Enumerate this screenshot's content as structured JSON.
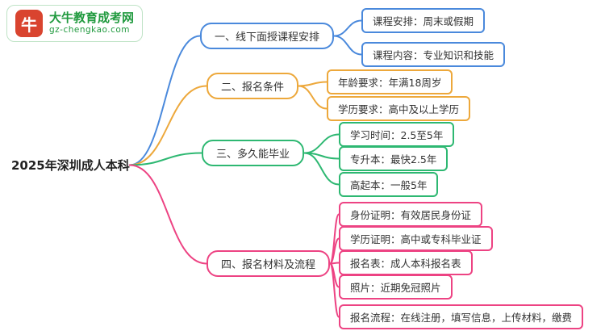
{
  "logo": {
    "bull_icon": "牛",
    "title": "大牛教育成考网",
    "subtitle": "gz-chengkao.com",
    "brand_green": "#219a3f",
    "bull_red": "#d9442f"
  },
  "root": {
    "label": "2025年深圳成人本科"
  },
  "branches": [
    {
      "label": "一、线下面授课程安排",
      "color": "#4a89dc",
      "children": [
        {
          "label": "课程安排：周末或假期"
        },
        {
          "label": "课程内容：专业知识和技能"
        }
      ]
    },
    {
      "label": "二、报名条件",
      "color": "#eda83b",
      "children": [
        {
          "label": "年龄要求：年满18周岁"
        },
        {
          "label": "学历要求：高中及以上学历"
        }
      ]
    },
    {
      "label": "三、多久能毕业",
      "color": "#2eb872",
      "children": [
        {
          "label": "学习时间：2.5至5年"
        },
        {
          "label": "专升本：最快2.5年"
        },
        {
          "label": "高起本：一般5年"
        }
      ]
    },
    {
      "label": "四、报名材料及流程",
      "color": "#ed4383",
      "children": [
        {
          "label": "身份证明：有效居民身份证"
        },
        {
          "label": "学历证明：高中或专科毕业证"
        },
        {
          "label": "报名表：成人本科报名表"
        },
        {
          "label": "照片：近期免冠照片"
        },
        {
          "label": "报名流程：在线注册，填写信息，上传材料，缴费"
        }
      ]
    }
  ]
}
